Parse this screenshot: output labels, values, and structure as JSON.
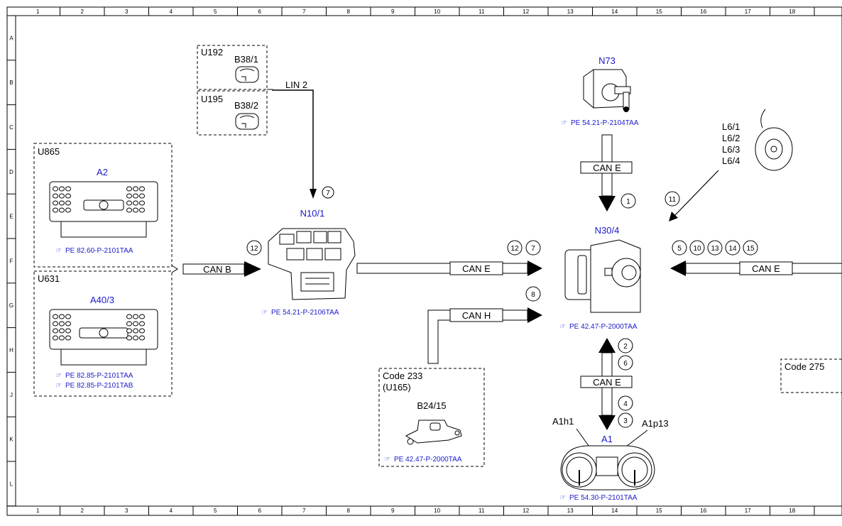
{
  "grid": {
    "cols": [
      "1",
      "2",
      "3",
      "4",
      "5",
      "6",
      "7",
      "8",
      "9",
      "10",
      "11",
      "12",
      "13",
      "14",
      "15",
      "16",
      "17",
      "18"
    ],
    "rows": [
      "A",
      "B",
      "C",
      "D",
      "E",
      "F",
      "G",
      "H",
      "J",
      "K",
      "L"
    ]
  },
  "groups": {
    "u192": "U192",
    "u195": "U195",
    "u865": "U865",
    "u631": "U631",
    "code233": "Code 233",
    "code233_sub": "(U165)",
    "code275": "Code 275"
  },
  "components": {
    "b38_1": "B38/1",
    "b38_2": "B38/2",
    "a2": "A2",
    "a40_3": "A40/3",
    "n10_1": "N10/1",
    "n73": "N73",
    "n30_4": "N30/4",
    "b24_15": "B24/15",
    "a1": "A1",
    "a1h1": "A1h1",
    "a1p13": "A1p13",
    "l6_1": "L6/1",
    "l6_2": "L6/2",
    "l6_3": "L6/3",
    "l6_4": "L6/4"
  },
  "refs": {
    "a2": "PE 82.60-P-2101TAA",
    "a40_3_a": "PE 82.85-P-2101TAA",
    "a40_3_b": "PE 82.85-P-2101TAB",
    "n10_1": "PE 54.21-P-2106TAA",
    "n73": "PE 54.21-P-2104TAA",
    "n30_4": "PE 42.47-P-2000TAA",
    "b24_15": "PE 42.47-P-2000TAA",
    "a1": "PE 54.30-P-2101TAA"
  },
  "buses": {
    "lin2": "LIN 2",
    "can_b": "CAN B",
    "can_e_mid": "CAN E",
    "can_h": "CAN H",
    "can_e_top": "CAN E",
    "can_e_bottom": "CAN E",
    "can_e_right": "CAN E"
  },
  "markers": {
    "m7_lin": "7",
    "m12_canb": "12",
    "m12_cane": "12",
    "m7_cane": "7",
    "m8_canh": "8",
    "m1": "1",
    "m11": "11",
    "m5": "5",
    "m10": "10",
    "m13": "13",
    "m14": "14",
    "m15": "15",
    "m2": "2",
    "m6": "6",
    "m4": "4",
    "m3": "3"
  },
  "colors": {
    "label_blue": "#1a1acc",
    "line": "#000000"
  }
}
